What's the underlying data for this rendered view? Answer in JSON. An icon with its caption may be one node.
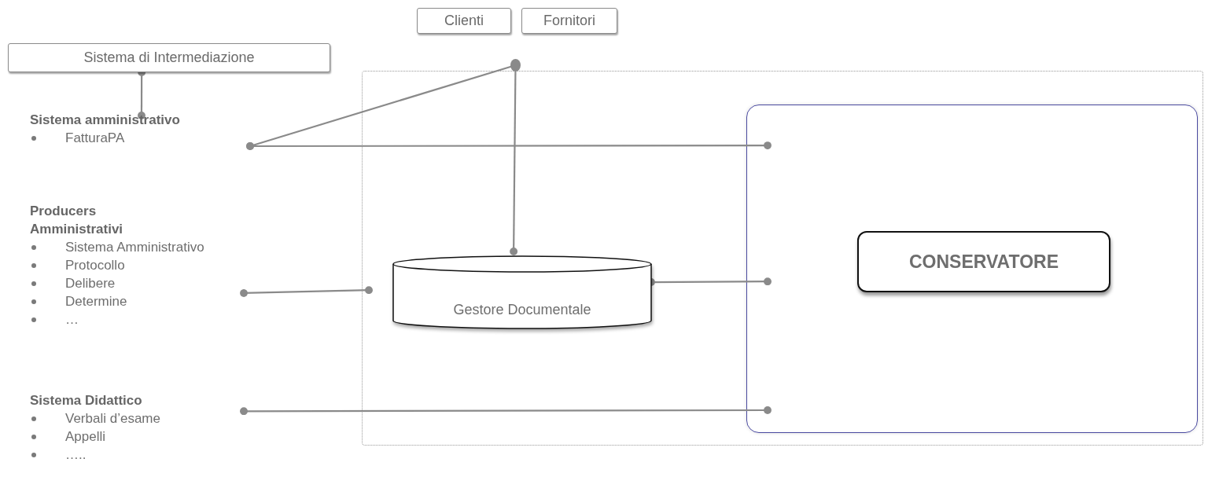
{
  "diagram": {
    "nodes": [
      {
        "text": [
          "Sistema di Intermediazione"
        ]
      },
      {
        "text": [
          "Clienti"
        ]
      },
      {
        "text": [
          "Fornitori"
        ]
      },
      {
        "text": [
          "Sistema amministrativo",
          "FatturaPA"
        ]
      },
      {
        "text": [
          "Producers Amministrativi",
          "Sistema Amministrativo",
          "Protocollo",
          "Delibere",
          "Determine",
          "…"
        ]
      },
      {
        "text": [
          "Sistema Didattico",
          "Verbali d’esame",
          "Appelli",
          "….."
        ]
      },
      {
        "text": [],
        "shape": "box"
      },
      {
        "text": [
          "Gestore Documentale"
        ],
        "in": 6
      },
      {
        "text": [],
        "shape": "box",
        "in": 6
      },
      {
        "text": [
          "CONSERVATORE"
        ],
        "in": 8
      },
      {
        "text": [],
        "shape": "circle"
      }
    ],
    "edges": [
      {
        "from": 0,
        "to": 3,
        "arrow": "other"
      },
      {
        "from": 10,
        "to": 3,
        "arrow": "other"
      },
      {
        "from": 10,
        "to": 7,
        "arrow": "other"
      },
      {
        "from": 3,
        "to": 8,
        "arrow": "other"
      },
      {
        "from": 4,
        "to": 7,
        "arrow": "other"
      },
      {
        "from": 7,
        "to": 8,
        "arrow": "other"
      },
      {
        "from": 5,
        "to": 8,
        "arrow": "other"
      }
    ]
  }
}
